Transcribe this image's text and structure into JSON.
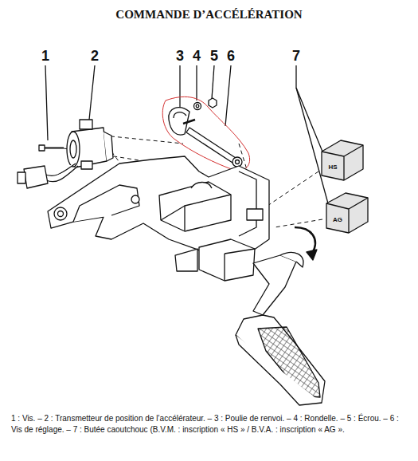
{
  "diagram": {
    "title": "COMMANDE D’ACCÉLÉRATION",
    "caption": "1 : Vis. – 2 : Transmetteur de position de l’accélérateur. – 3 : Poulie de renvoi. – 4 : Rondelle. – 5 : Écrou. – 6 : Vis de réglage. – 7 : Butée caoutchouc (B.V.M. : inscription « HS » / B.V.A. : inscription « AG ».",
    "labels": [
      "1",
      "2",
      "3",
      "4",
      "5",
      "6",
      "7",
      "HS",
      "AG"
    ]
  }
}
